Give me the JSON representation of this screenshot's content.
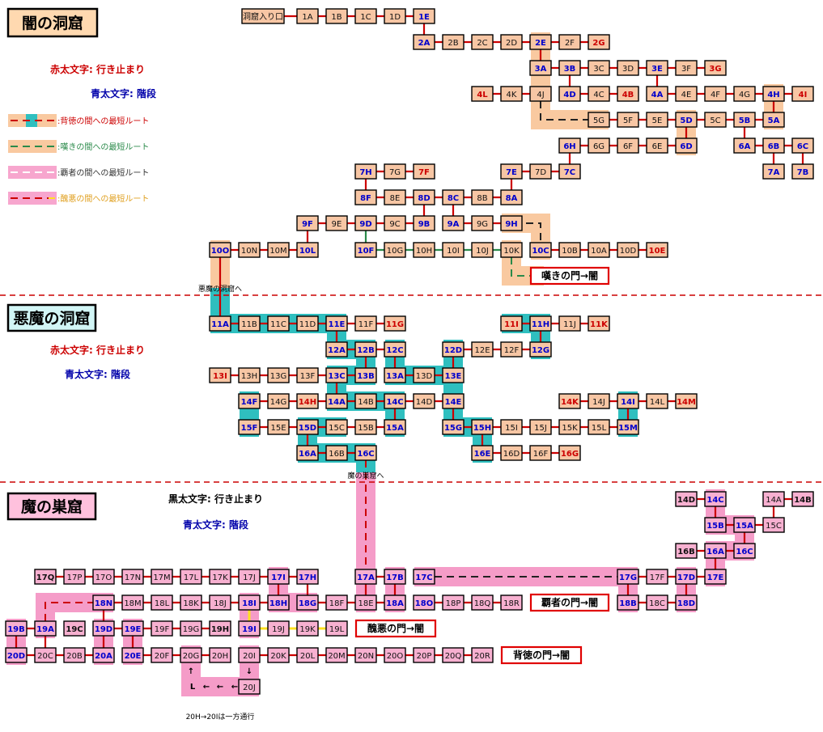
{
  "sections": [
    {
      "title": "闇の洞窟",
      "bg": "#ffd9b0",
      "notes": [
        "赤太文字: 行き止まり",
        "青太文字: 階段"
      ],
      "note_colors": [
        "#cc0000",
        "#0000aa"
      ]
    },
    {
      "title": "悪魔の洞窟",
      "bg": "#d2f6f6",
      "notes": [
        "赤太文字: 行き止まり",
        "青太文字: 階段"
      ],
      "note_colors": [
        "#cc0000",
        "#0000aa"
      ]
    },
    {
      "title": "魔の巣窟",
      "bg": "#ffc1dd",
      "notes": [
        "黒太文字: 行き止まり",
        "青太文字: 階段"
      ],
      "note_colors": [
        "#000000",
        "#0000aa"
      ]
    }
  ],
  "legend": [
    {
      "label": ":背徳の間への最短ルート",
      "color": "#cc0000"
    },
    {
      "label": ":嘆きの間への最短ルート",
      "color": "#2a8a4a"
    },
    {
      "label": ":覇者の間への最短ルート",
      "color": "#333333"
    },
    {
      "label": ":醜悪の間への最短ルート",
      "color": "#e0a020"
    }
  ],
  "labels": {
    "to_akuma": "悪魔の洞窟へ",
    "to_ma": "魔の巣窟へ",
    "one_way": "20H→20Iは一方通行"
  },
  "gates": [
    {
      "text": "嘆きの門→闇"
    },
    {
      "text": "覇者の門→闇"
    },
    {
      "text": "醜悪の門→闇"
    },
    {
      "text": "背徳の門→闇"
    }
  ],
  "palette": {
    "room_fill": "#f7c6a4",
    "room_fill_pink": "#f7b0d0",
    "route_orange": "#f9c9a0",
    "route_teal": "#2fbfbf",
    "route_pink": "#f59cc8",
    "stair": "#0000cc",
    "dead": "#cc0000",
    "divider": "#cc0000"
  },
  "rooms": [
    {
      "id": "洞窟入り口",
      "t": "n"
    },
    {
      "id": "1A",
      "t": "n"
    },
    {
      "id": "1B",
      "t": "n"
    },
    {
      "id": "1C",
      "t": "n"
    },
    {
      "id": "1D",
      "t": "n"
    },
    {
      "id": "1E",
      "t": "s"
    },
    {
      "id": "2A",
      "t": "s"
    },
    {
      "id": "2B",
      "t": "n"
    },
    {
      "id": "2C",
      "t": "n"
    },
    {
      "id": "2D",
      "t": "n"
    },
    {
      "id": "2E",
      "t": "s"
    },
    {
      "id": "2F",
      "t": "n"
    },
    {
      "id": "2G",
      "t": "d"
    },
    {
      "id": "3A",
      "t": "s"
    },
    {
      "id": "3B",
      "t": "s"
    },
    {
      "id": "3C",
      "t": "n"
    },
    {
      "id": "3D",
      "t": "n"
    },
    {
      "id": "3E",
      "t": "s"
    },
    {
      "id": "3F",
      "t": "n"
    },
    {
      "id": "3G",
      "t": "d"
    },
    {
      "id": "4L",
      "t": "d"
    },
    {
      "id": "4K",
      "t": "n"
    },
    {
      "id": "4J",
      "t": "n"
    },
    {
      "id": "4D",
      "t": "s"
    },
    {
      "id": "4C",
      "t": "n"
    },
    {
      "id": "4B",
      "t": "d"
    },
    {
      "id": "4A",
      "t": "s"
    },
    {
      "id": "4E",
      "t": "n"
    },
    {
      "id": "4F",
      "t": "n"
    },
    {
      "id": "4G",
      "t": "n"
    },
    {
      "id": "4H",
      "t": "s"
    },
    {
      "id": "4I",
      "t": "d"
    },
    {
      "id": "5G",
      "t": "n"
    },
    {
      "id": "5F",
      "t": "n"
    },
    {
      "id": "5E",
      "t": "n"
    },
    {
      "id": "5D",
      "t": "s"
    },
    {
      "id": "5C",
      "t": "n"
    },
    {
      "id": "5B",
      "t": "s"
    },
    {
      "id": "5A",
      "t": "s"
    },
    {
      "id": "6H",
      "t": "s"
    },
    {
      "id": "6G",
      "t": "n"
    },
    {
      "id": "6F",
      "t": "n"
    },
    {
      "id": "6E",
      "t": "n"
    },
    {
      "id": "6D",
      "t": "s"
    },
    {
      "id": "6A",
      "t": "s"
    },
    {
      "id": "6B",
      "t": "s"
    },
    {
      "id": "6C",
      "t": "s"
    },
    {
      "id": "7H",
      "t": "s"
    },
    {
      "id": "7G",
      "t": "n"
    },
    {
      "id": "7F",
      "t": "d"
    },
    {
      "id": "7E",
      "t": "s"
    },
    {
      "id": "7D",
      "t": "n"
    },
    {
      "id": "7C",
      "t": "s"
    },
    {
      "id": "7A",
      "t": "s"
    },
    {
      "id": "7B",
      "t": "s"
    },
    {
      "id": "8F",
      "t": "s"
    },
    {
      "id": "8E",
      "t": "n"
    },
    {
      "id": "8D",
      "t": "s"
    },
    {
      "id": "8C",
      "t": "s"
    },
    {
      "id": "8B",
      "t": "n"
    },
    {
      "id": "8A",
      "t": "s"
    },
    {
      "id": "9F",
      "t": "s"
    },
    {
      "id": "9E",
      "t": "n"
    },
    {
      "id": "9D",
      "t": "s"
    },
    {
      "id": "9C",
      "t": "n"
    },
    {
      "id": "9B",
      "t": "s"
    },
    {
      "id": "9A",
      "t": "s"
    },
    {
      "id": "9G",
      "t": "n"
    },
    {
      "id": "9H",
      "t": "s"
    },
    {
      "id": "10O",
      "t": "s"
    },
    {
      "id": "10N",
      "t": "n"
    },
    {
      "id": "10M",
      "t": "n"
    },
    {
      "id": "10L",
      "t": "s"
    },
    {
      "id": "10F",
      "t": "s"
    },
    {
      "id": "10G",
      "t": "n"
    },
    {
      "id": "10H",
      "t": "n"
    },
    {
      "id": "10I",
      "t": "n"
    },
    {
      "id": "10J",
      "t": "n"
    },
    {
      "id": "10K",
      "t": "n"
    },
    {
      "id": "10C",
      "t": "s"
    },
    {
      "id": "10B",
      "t": "n"
    },
    {
      "id": "10A",
      "t": "n"
    },
    {
      "id": "10D",
      "t": "n"
    },
    {
      "id": "10E",
      "t": "d"
    },
    {
      "id": "11A",
      "t": "s"
    },
    {
      "id": "11B",
      "t": "n"
    },
    {
      "id": "11C",
      "t": "n"
    },
    {
      "id": "11D",
      "t": "n"
    },
    {
      "id": "11E",
      "t": "s"
    },
    {
      "id": "11F",
      "t": "n"
    },
    {
      "id": "11G",
      "t": "d"
    },
    {
      "id": "11I",
      "t": "d"
    },
    {
      "id": "11H",
      "t": "s"
    },
    {
      "id": "11J",
      "t": "n"
    },
    {
      "id": "11K",
      "t": "d"
    },
    {
      "id": "12A",
      "t": "s"
    },
    {
      "id": "12B",
      "t": "s"
    },
    {
      "id": "12C",
      "t": "s"
    },
    {
      "id": "12D",
      "t": "s"
    },
    {
      "id": "12E",
      "t": "n"
    },
    {
      "id": "12F",
      "t": "n"
    },
    {
      "id": "12G",
      "t": "s"
    },
    {
      "id": "13I",
      "t": "d"
    },
    {
      "id": "13H",
      "t": "n"
    },
    {
      "id": "13G",
      "t": "n"
    },
    {
      "id": "13F",
      "t": "n"
    },
    {
      "id": "13C",
      "t": "s"
    },
    {
      "id": "13B",
      "t": "s"
    },
    {
      "id": "13A",
      "t": "s"
    },
    {
      "id": "13D",
      "t": "n"
    },
    {
      "id": "13E",
      "t": "s"
    },
    {
      "id": "14F",
      "t": "s"
    },
    {
      "id": "14G",
      "t": "n"
    },
    {
      "id": "14H",
      "t": "d"
    },
    {
      "id": "14A",
      "t": "s"
    },
    {
      "id": "14B",
      "t": "n"
    },
    {
      "id": "14C",
      "t": "s"
    },
    {
      "id": "14D",
      "t": "n"
    },
    {
      "id": "14E",
      "t": "s"
    },
    {
      "id": "14K",
      "t": "d"
    },
    {
      "id": "14J",
      "t": "n"
    },
    {
      "id": "14I",
      "t": "s"
    },
    {
      "id": "14L",
      "t": "n"
    },
    {
      "id": "14M",
      "t": "d"
    },
    {
      "id": "15F",
      "t": "s"
    },
    {
      "id": "15E",
      "t": "n"
    },
    {
      "id": "15D",
      "t": "s"
    },
    {
      "id": "15C",
      "t": "n"
    },
    {
      "id": "15B",
      "t": "n"
    },
    {
      "id": "15A",
      "t": "s"
    },
    {
      "id": "15G",
      "t": "s"
    },
    {
      "id": "15H",
      "t": "s"
    },
    {
      "id": "15I",
      "t": "n"
    },
    {
      "id": "15J",
      "t": "n"
    },
    {
      "id": "15K",
      "t": "n"
    },
    {
      "id": "15L",
      "t": "n"
    },
    {
      "id": "15M",
      "t": "s"
    },
    {
      "id": "16A",
      "t": "s"
    },
    {
      "id": "16B",
      "t": "n"
    },
    {
      "id": "16C",
      "t": "s"
    },
    {
      "id": "16E",
      "t": "s"
    },
    {
      "id": "16D",
      "t": "n"
    },
    {
      "id": "16F",
      "t": "n"
    },
    {
      "id": "16G",
      "t": "d"
    },
    {
      "id": "m14D",
      "label": "14D",
      "t": "k"
    },
    {
      "id": "m14C",
      "label": "14C",
      "t": "s"
    },
    {
      "id": "m14A",
      "label": "14A",
      "t": "n"
    },
    {
      "id": "m14B",
      "label": "14B",
      "t": "k"
    },
    {
      "id": "m15B",
      "label": "15B",
      "t": "s"
    },
    {
      "id": "m15A",
      "label": "15A",
      "t": "s"
    },
    {
      "id": "m15C",
      "label": "15C",
      "t": "n"
    },
    {
      "id": "m16B",
      "label": "16B",
      "t": "k"
    },
    {
      "id": "m16A",
      "label": "16A",
      "t": "s"
    },
    {
      "id": "m16C",
      "label": "16C",
      "t": "s"
    },
    {
      "id": "17Q",
      "t": "k"
    },
    {
      "id": "17P",
      "t": "n"
    },
    {
      "id": "17O",
      "t": "n"
    },
    {
      "id": "17N",
      "t": "n"
    },
    {
      "id": "17M",
      "t": "n"
    },
    {
      "id": "17L",
      "t": "n"
    },
    {
      "id": "17K",
      "t": "n"
    },
    {
      "id": "17J",
      "t": "n"
    },
    {
      "id": "17I",
      "t": "s"
    },
    {
      "id": "17H",
      "t": "s"
    },
    {
      "id": "17A",
      "t": "s"
    },
    {
      "id": "17B",
      "t": "s"
    },
    {
      "id": "17C",
      "t": "s"
    },
    {
      "id": "17G",
      "t": "s"
    },
    {
      "id": "17F",
      "t": "n"
    },
    {
      "id": "17D",
      "t": "s"
    },
    {
      "id": "17E",
      "t": "s"
    },
    {
      "id": "18N",
      "t": "s"
    },
    {
      "id": "18M",
      "t": "n"
    },
    {
      "id": "18L",
      "t": "n"
    },
    {
      "id": "18K",
      "t": "n"
    },
    {
      "id": "18J",
      "t": "n"
    },
    {
      "id": "18I",
      "t": "s"
    },
    {
      "id": "18H",
      "t": "s"
    },
    {
      "id": "18G",
      "t": "s"
    },
    {
      "id": "18F",
      "t": "n"
    },
    {
      "id": "18E",
      "t": "n"
    },
    {
      "id": "18A",
      "t": "s"
    },
    {
      "id": "18O",
      "t": "s"
    },
    {
      "id": "18P",
      "t": "n"
    },
    {
      "id": "18Q",
      "t": "n"
    },
    {
      "id": "18R",
      "t": "n"
    },
    {
      "id": "18B",
      "t": "s"
    },
    {
      "id": "18C",
      "t": "n"
    },
    {
      "id": "18D",
      "t": "s"
    },
    {
      "id": "19B",
      "t": "s"
    },
    {
      "id": "19A",
      "t": "s"
    },
    {
      "id": "19C",
      "t": "k"
    },
    {
      "id": "19D",
      "t": "s"
    },
    {
      "id": "19E",
      "t": "s"
    },
    {
      "id": "19F",
      "t": "n"
    },
    {
      "id": "19G",
      "t": "n"
    },
    {
      "id": "19H",
      "t": "k"
    },
    {
      "id": "19I",
      "t": "s"
    },
    {
      "id": "19J",
      "t": "n"
    },
    {
      "id": "19K",
      "t": "n"
    },
    {
      "id": "19L",
      "t": "n"
    },
    {
      "id": "20D",
      "t": "s"
    },
    {
      "id": "20C",
      "t": "n"
    },
    {
      "id": "20B",
      "t": "n"
    },
    {
      "id": "20A",
      "t": "s"
    },
    {
      "id": "20E",
      "t": "s"
    },
    {
      "id": "20F",
      "t": "n"
    },
    {
      "id": "20G",
      "t": "n"
    },
    {
      "id": "20H",
      "t": "n"
    },
    {
      "id": "20I",
      "t": "n"
    },
    {
      "id": "20K",
      "t": "n"
    },
    {
      "id": "20L",
      "t": "n"
    },
    {
      "id": "20M",
      "t": "n"
    },
    {
      "id": "20N",
      "t": "n"
    },
    {
      "id": "20O",
      "t": "n"
    },
    {
      "id": "20P",
      "t": "n"
    },
    {
      "id": "20Q",
      "t": "n"
    },
    {
      "id": "20R",
      "t": "n"
    },
    {
      "id": "20J",
      "t": "n"
    }
  ]
}
